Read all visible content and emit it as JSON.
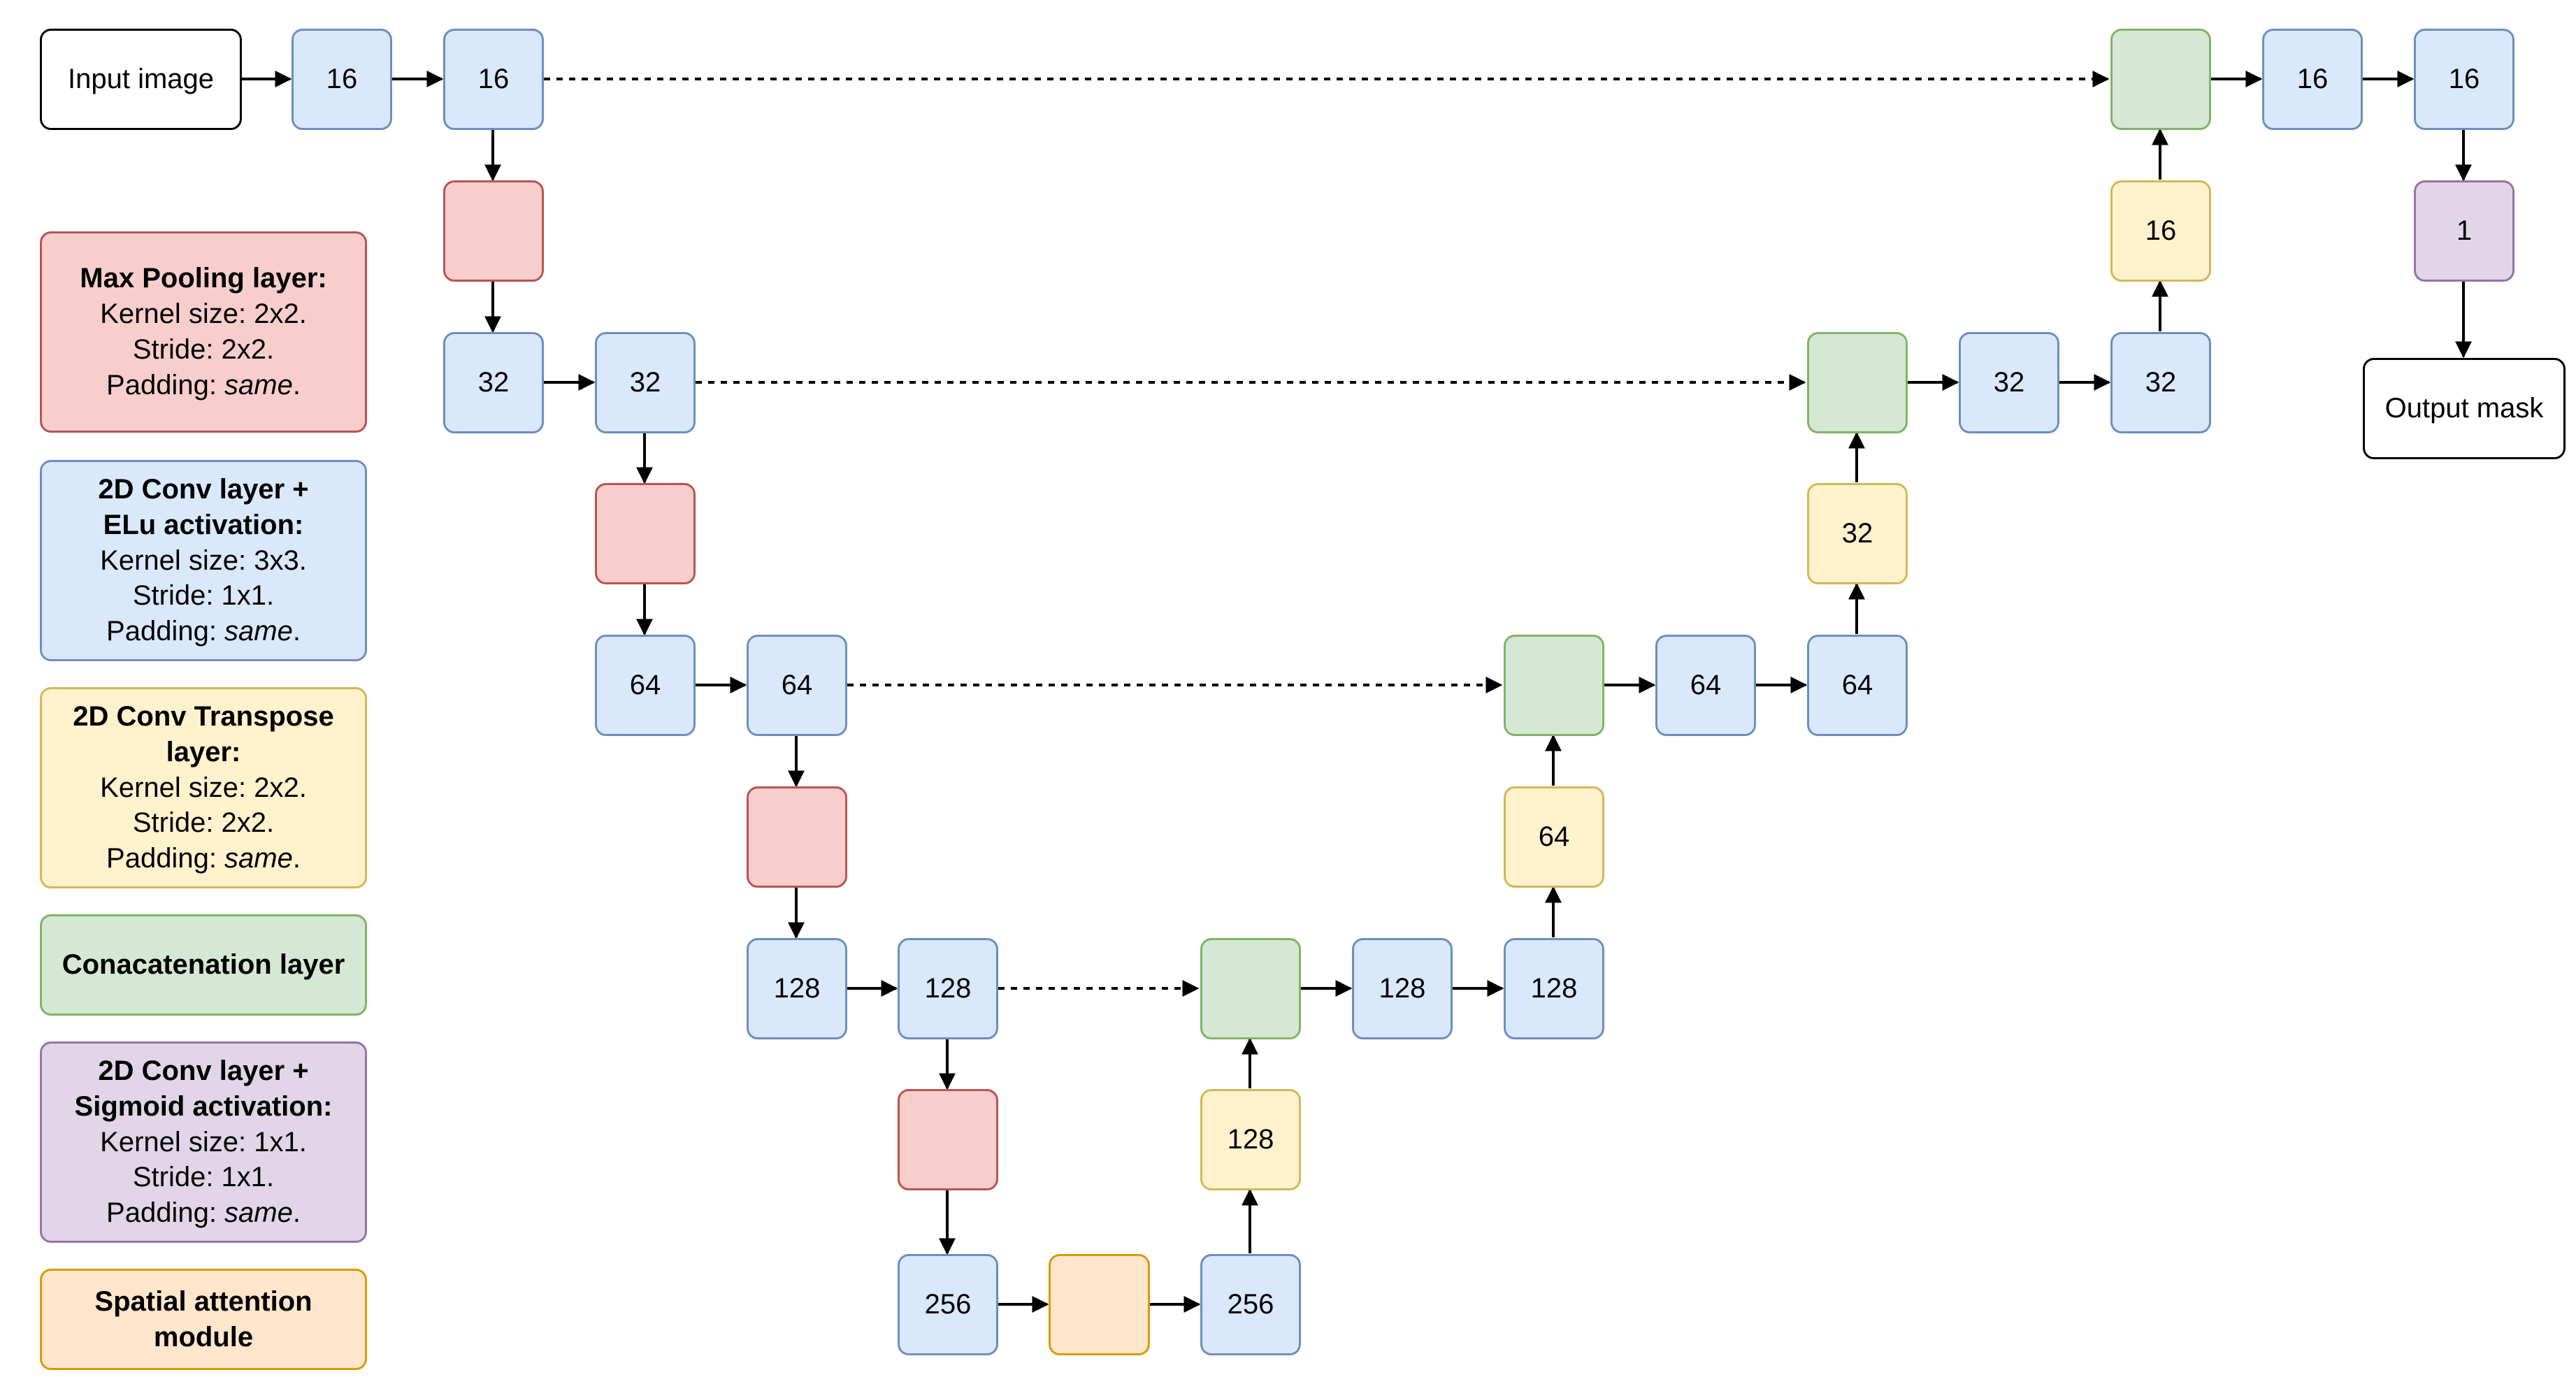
{
  "io": {
    "input": "Input image",
    "output": "Output mask"
  },
  "enc": {
    "e1a": "16",
    "e1b": "16",
    "e2a": "32",
    "e2b": "32",
    "e3a": "64",
    "e3b": "64",
    "e4a": "128",
    "e4b": "128",
    "e5a": "256",
    "e5b": "256"
  },
  "dec": {
    "t4": "128",
    "d4a": "128",
    "d4b": "128",
    "t3": "64",
    "d3a": "64",
    "d3b": "64",
    "t2": "32",
    "d2a": "32",
    "d2b": "32",
    "t1": "16",
    "d1a": "16",
    "d1b": "16",
    "final": "1"
  },
  "legend": {
    "pool": {
      "title": "Max Pooling layer:",
      "kernel": "Kernel size: 2x2.",
      "stride": "Stride: 2x2.",
      "padding_label": "Padding: ",
      "padding_value": "same",
      "end": "."
    },
    "conv": {
      "title": "2D Conv layer + ELu activation:",
      "kernel": "Kernel size: 3x3.",
      "stride": "Stride: 1x1.",
      "padding_label": "Padding: ",
      "padding_value": "same",
      "end": "."
    },
    "trans": {
      "title": "2D Conv Transpose layer:",
      "kernel": "Kernel size: 2x2.",
      "stride": "Stride: 2x2.",
      "padding_label": "Padding: ",
      "padding_value": "same",
      "end": "."
    },
    "concat": {
      "title": "Conacatenation layer"
    },
    "sig": {
      "title": "2D Conv layer + Sigmoid activation:",
      "kernel": "Kernel size: 1x1.",
      "stride": "Stride: 1x1.",
      "padding_label": "Padding: ",
      "padding_value": "same",
      "end": "."
    },
    "att": {
      "title": "Spatial attention module"
    }
  },
  "colors": {
    "conv": "#dae8fc",
    "pool": "#f8cecc",
    "transpose": "#fff2cc",
    "concat": "#d5e8d4",
    "sigmoid": "#e1d5e7",
    "attention": "#ffe6cc"
  }
}
